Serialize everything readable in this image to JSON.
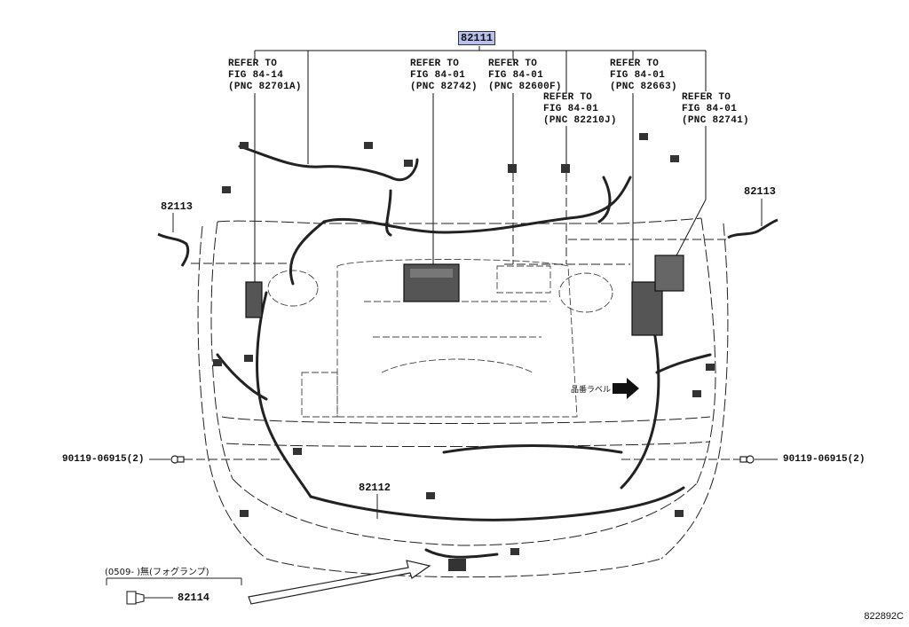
{
  "diagram": {
    "main_part": "82111",
    "refs": [
      {
        "line1": "REFER TO",
        "line2": "FIG 84-14",
        "line3": "(PNC 82701A)"
      },
      {
        "line1": "REFER TO",
        "line2": "FIG 84-01",
        "line3": "(PNC 82742)"
      },
      {
        "line1": "REFER TO",
        "line2": "FIG 84-01",
        "line3": "(PNC 82600F)"
      },
      {
        "line1": "REFER TO",
        "line2": "FIG 84-01",
        "line3": "(PNC 82210J)"
      },
      {
        "line1": "REFER TO",
        "line2": "FIG 84-01",
        "line3": "(PNC 82663)"
      },
      {
        "line1": "REFER TO",
        "line2": "FIG 84-01",
        "line3": "(PNC 82741)"
      }
    ],
    "part_left_sensor": "82113",
    "part_right_sensor": "82113",
    "part_bolt_left": "90119-06915(2)",
    "part_bolt_right": "90119-06915(2)",
    "part_front_harness": "82112",
    "note_condition": "(0509-     )無(フォグランプ)",
    "part_plug": "82114",
    "label_jp": "品番ラベル",
    "figure_code": "822892C"
  }
}
